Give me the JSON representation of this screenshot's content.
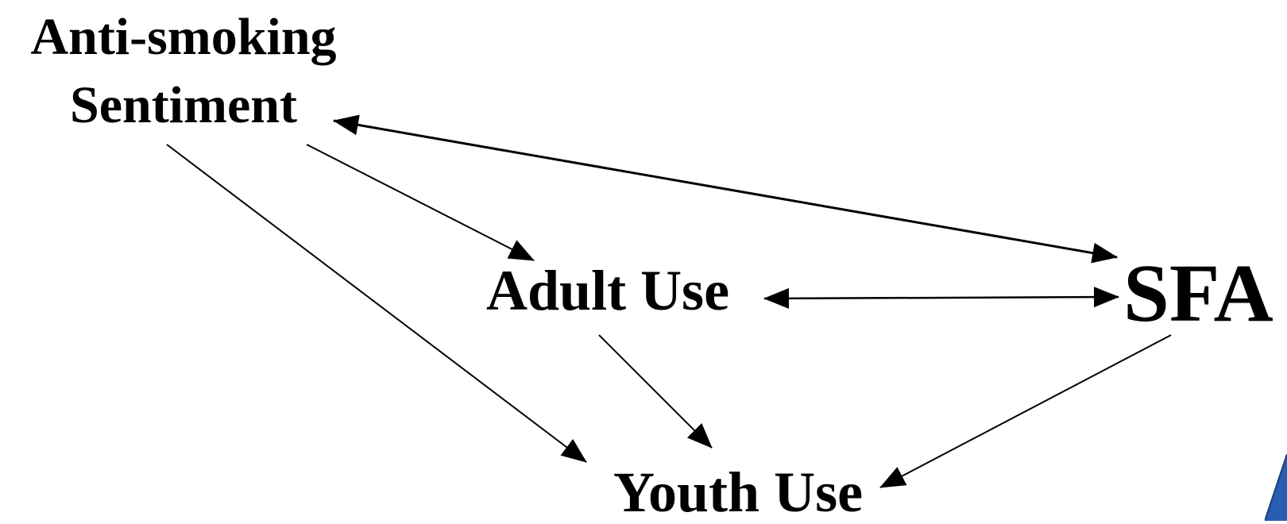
{
  "nodes": {
    "anti_smoking": {
      "line1": "Anti-smoking",
      "line2": "Sentiment"
    },
    "adult_use": "Adult Use",
    "sfa": "SFA",
    "youth_use": "Youth Use"
  },
  "edges": [
    {
      "from": "Anti-smoking Sentiment",
      "to": "SFA",
      "direction": "both"
    },
    {
      "from": "Anti-smoking Sentiment",
      "to": "Adult Use",
      "direction": "forward"
    },
    {
      "from": "Anti-smoking Sentiment",
      "to": "Youth Use",
      "direction": "forward"
    },
    {
      "from": "Adult Use",
      "to": "SFA",
      "direction": "both"
    },
    {
      "from": "Adult Use",
      "to": "Youth Use",
      "direction": "forward"
    },
    {
      "from": "SFA",
      "to": "Youth Use",
      "direction": "forward"
    }
  ],
  "colors": {
    "text": "#000000",
    "lines": "#000000",
    "background": "#ffffff",
    "corner_accent": "#2a5db0"
  }
}
